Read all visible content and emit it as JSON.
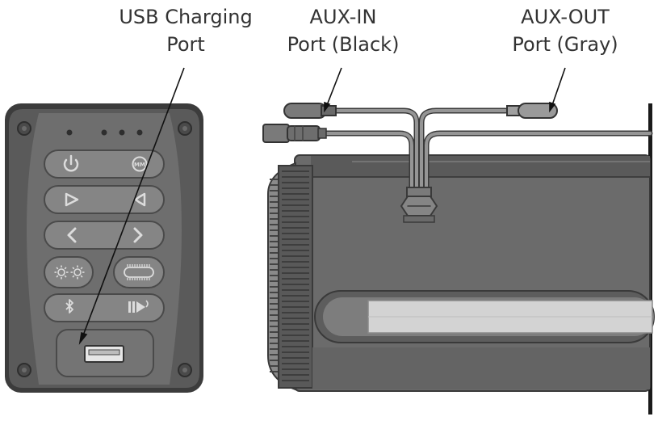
{
  "callouts": {
    "usb": {
      "line1": "USB Charging",
      "line2": "Port"
    },
    "aux_in": {
      "line1": "AUX-IN",
      "line2": "Port (Black)"
    },
    "aux_out": {
      "line1": "AUX-OUT",
      "line2": "Port (Gray)"
    }
  },
  "colors": {
    "panel_outer": "#3c3c3c",
    "panel_face": "#6e6e6e",
    "button": "#858585",
    "icon": "#dcdcdc",
    "speaker_body": "#6b6b6b",
    "speaker_top": "#5c5c5c",
    "light_bar": "#d3d3d3",
    "cable": "#888888",
    "plug": "#7a7a7a",
    "callout_text": "#333333",
    "leader_line": "#111111"
  },
  "icons": [
    "power-icon",
    "mode-icon",
    "volume-up-icon",
    "volume-down-icon",
    "previous-icon",
    "next-icon",
    "light-mode-icon",
    "light-bar-icon",
    "bluetooth-icon",
    "play-pause-icon",
    "usb-port-icon"
  ]
}
